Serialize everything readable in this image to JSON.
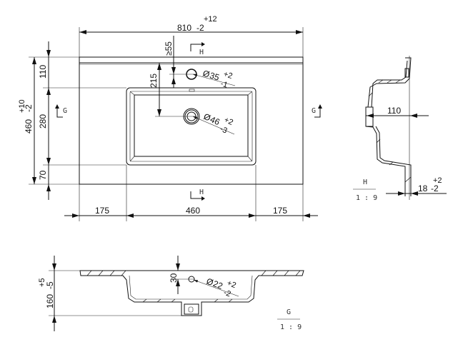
{
  "top_view": {
    "overall_width": {
      "nominal": "810",
      "upper_tol": "+12",
      "lower_tol": "-2"
    },
    "overall_depth": {
      "nominal": "460",
      "upper_tol": "+10",
      "lower_tol": "-2"
    },
    "depth_segments": [
      "110",
      "280",
      "70"
    ],
    "width_segments": [
      "175",
      "460",
      "175"
    ],
    "faucet_to_drain": "215",
    "faucet_clearance": "≥55",
    "faucet_hole": {
      "symbol": "Ø",
      "nominal": "35",
      "upper_tol": "+2",
      "lower_tol": "-1"
    },
    "drain_hole": {
      "symbol": "Ø",
      "nominal": "46",
      "upper_tol": "+2",
      "lower_tol": "-3"
    },
    "section_marks": {
      "h": "H",
      "g": "G"
    }
  },
  "section_h": {
    "depth_dim": "110",
    "thickness": {
      "nominal": "18",
      "upper_tol": "+2",
      "lower_tol": "-2"
    },
    "label": "H",
    "scale": "1 : 9"
  },
  "section_g": {
    "height": {
      "nominal": "160",
      "upper_tol": "+5",
      "lower_tol": "-5"
    },
    "overflow_offset": "30",
    "overflow_hole": {
      "symbol": "Ø",
      "nominal": "22",
      "upper_tol": "+2",
      "lower_tol": "-2"
    },
    "label": "G",
    "scale": "1 : 9"
  }
}
